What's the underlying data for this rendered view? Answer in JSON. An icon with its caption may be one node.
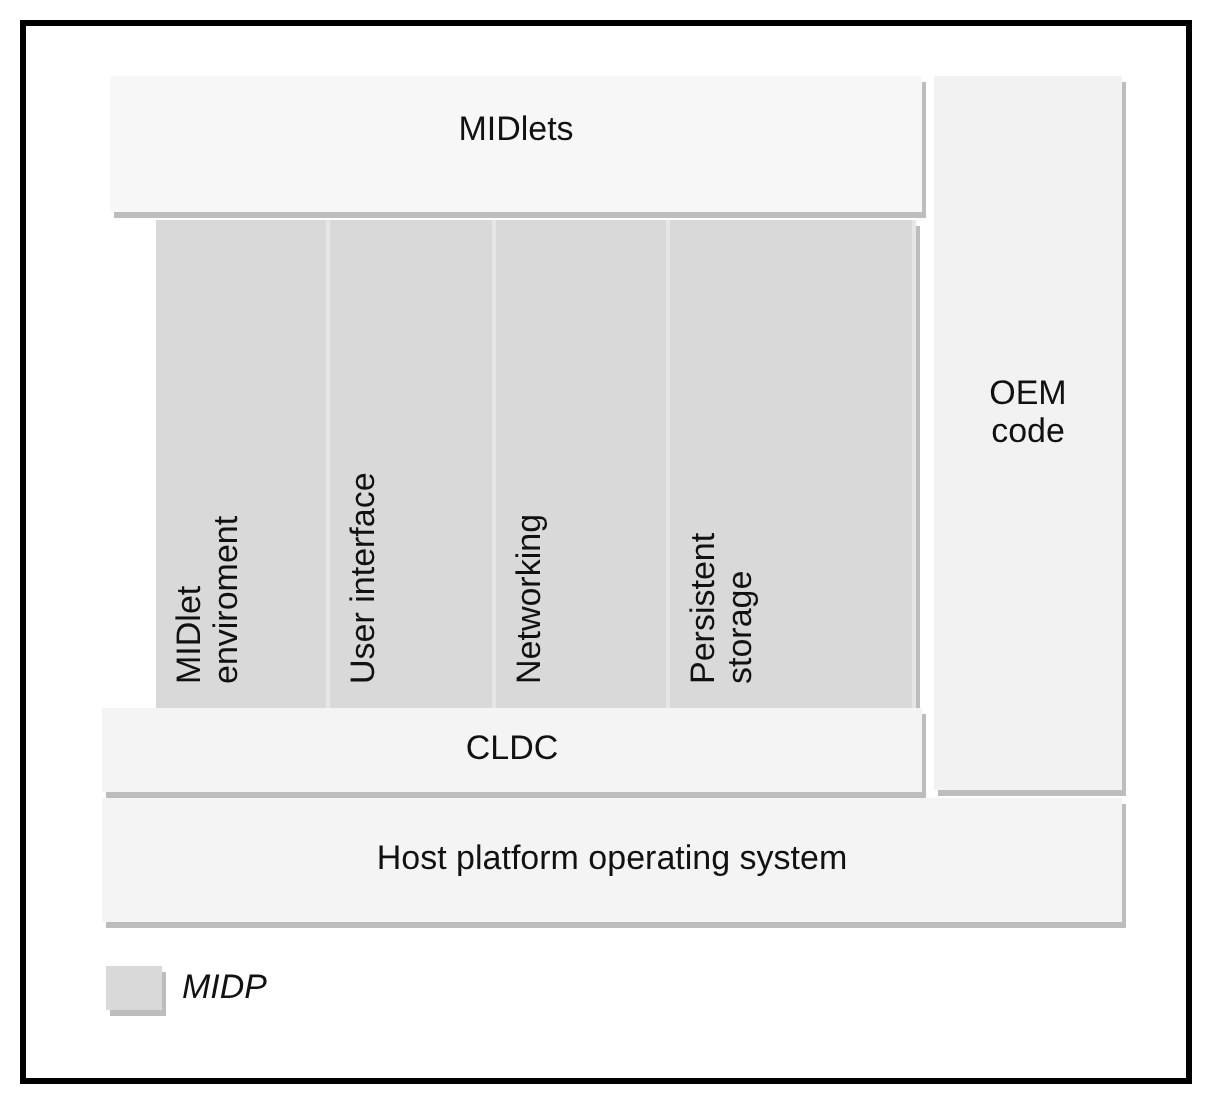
{
  "diagram": {
    "nodes": [
      {
        "text": [
          "MIDlets"
        ]
      },
      {
        "text": [
          "OEM code"
        ]
      },
      {
        "text": [
          "MIDlet enviroment"
        ]
      },
      {
        "text": [
          "User interface"
        ]
      },
      {
        "text": [
          "Networking"
        ]
      },
      {
        "text": [
          "Persistent storage"
        ]
      },
      {
        "text": [
          "CLDC"
        ]
      },
      {
        "text": [
          "Host platform operating system"
        ]
      }
    ],
    "edges": [],
    "legend": [
      {
        "text": "MIDP",
        "color": "#d9d9d9"
      }
    ]
  }
}
